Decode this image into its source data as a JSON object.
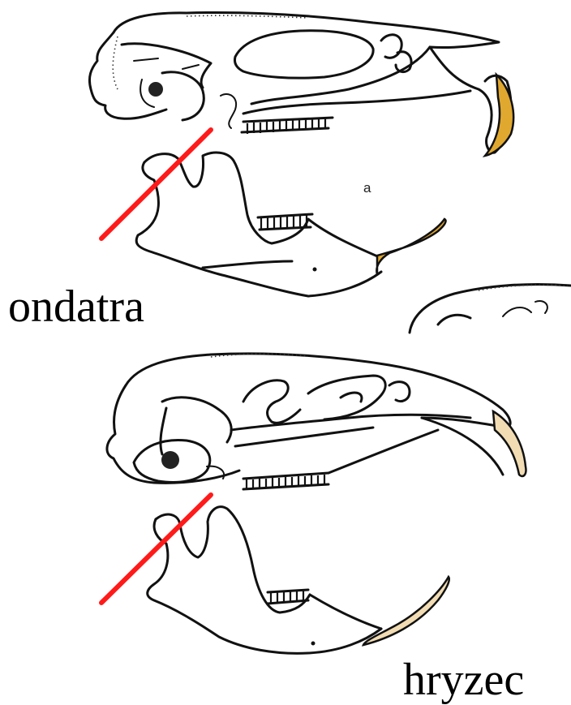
{
  "labels": {
    "top_species": "ondatra",
    "bottom_species": "hryzec",
    "figure_letter": "a"
  },
  "colors": {
    "incisor": "#E0A82E",
    "incisor_pale": "#F1DCB4",
    "marker_line": "#FF1A1A",
    "outline": "#111111",
    "background": "#FFFFFF"
  },
  "icons": {
    "marker": "red-diagonal-line"
  }
}
